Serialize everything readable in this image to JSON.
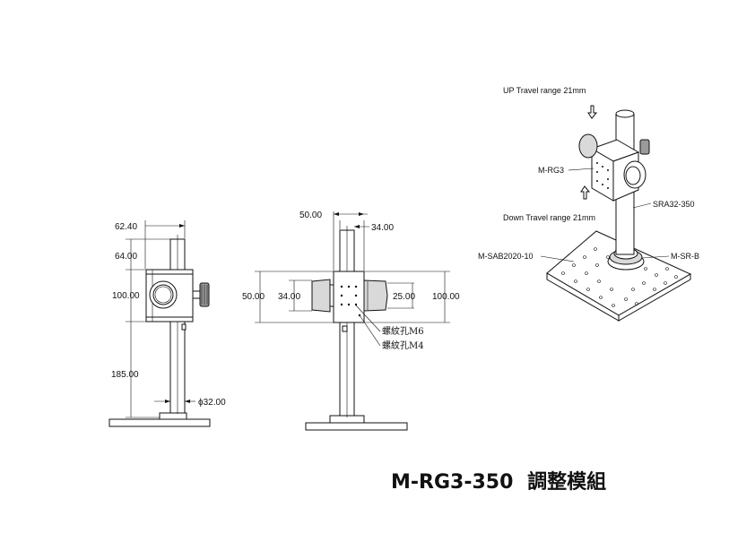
{
  "title": {
    "model": "M-RG3-350",
    "name": "調整模組"
  },
  "front_view": {
    "dims": {
      "top_width": "62.40",
      "upper_height": "64.00",
      "block_height": "100.00",
      "lower_height": "185.00",
      "rod_diameter": "ϕ32.00"
    }
  },
  "side_view": {
    "dims": {
      "block_width": "50.00",
      "rod_offset": "34.00",
      "left_height": "50.00",
      "left_inner": "34.00",
      "right_inner": "25.00",
      "right_height": "100.00"
    },
    "notes": {
      "hole_m6": "螺紋孔M6",
      "hole_m4": "螺紋孔M4"
    }
  },
  "iso_view": {
    "labels": {
      "up_travel": "UP Travel range 21mm",
      "down_travel": "Down Travel range 21mm",
      "block": "M-RG3",
      "rod": "SRA32-350",
      "base_plate": "M-SAB2020-10",
      "rod_base": "M-SR-B"
    }
  }
}
